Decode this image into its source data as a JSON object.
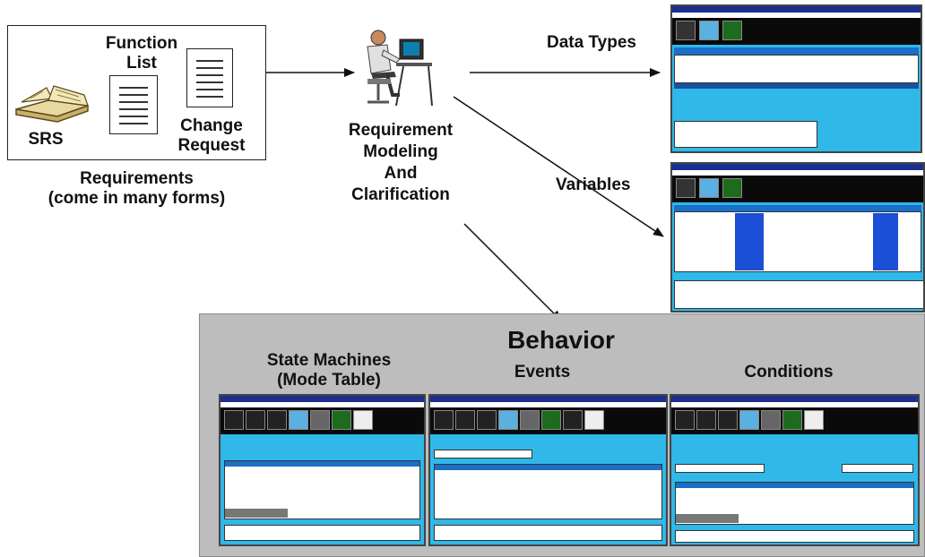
{
  "requirements": {
    "function_list": "Function\nList",
    "srs": "SRS",
    "change_request": "Change\nRequest",
    "caption": "Requirements\n(come in many forms)"
  },
  "modeling": {
    "label": "Requirement\nModeling\nAnd\nClarification"
  },
  "outputs": {
    "data_types": "Data Types",
    "variables": "Variables"
  },
  "behavior": {
    "title": "Behavior",
    "state_machines": "State Machines\n(Mode Table)",
    "events": "Events",
    "conditions": "Conditions"
  },
  "colors": {
    "accent_blue": "#1a3fd6",
    "window_cyan": "#2fb8e8",
    "title_bar": "#1c2f8f",
    "behavior_panel": "#bdbdbd"
  }
}
